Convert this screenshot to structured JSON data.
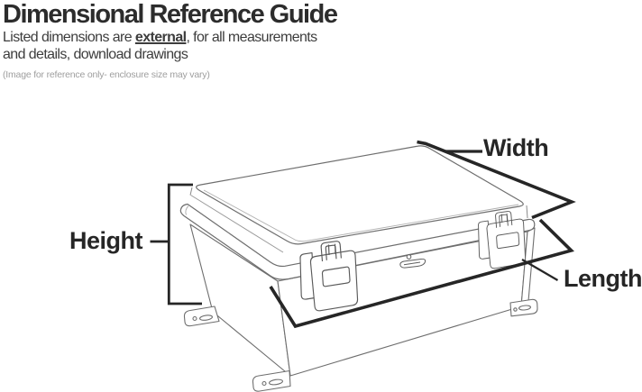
{
  "header": {
    "title": "Dimensional Reference Guide",
    "subtitle_prefix": "Listed dimensions are ",
    "subtitle_emphasis": "external",
    "subtitle_suffix": ", for all measurements",
    "subtitle_line2": "and details, download drawings",
    "note": "(Image for reference only- enclosure size may vary)"
  },
  "diagram": {
    "labels": {
      "height": "Height",
      "width": "Width",
      "length": "Length"
    },
    "colors": {
      "ink": "#262626",
      "outline": "#6e6e6e",
      "light_line": "#a8a8a8",
      "background": "#ffffff"
    }
  }
}
